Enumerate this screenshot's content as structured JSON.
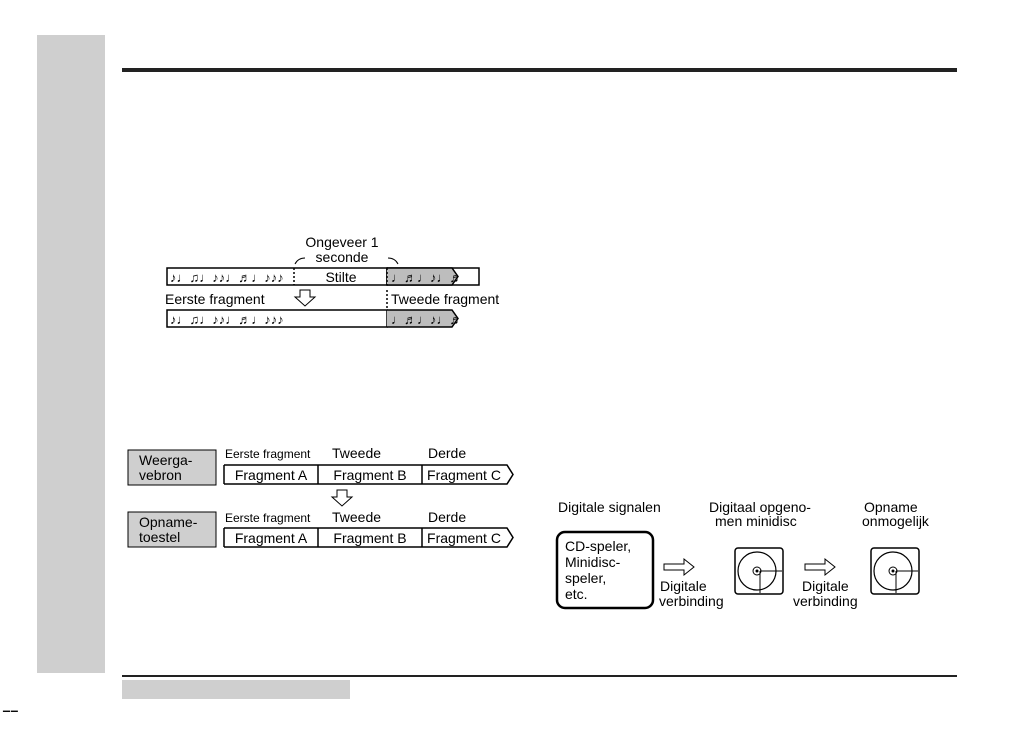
{
  "diagram1": {
    "label_duration_line1": "Ongeveer 1",
    "label_duration_line2": "seconde",
    "label_silence": "Stilte",
    "label_first": "Eerste fragment",
    "label_second": "Tweede fragment",
    "notes_first": "♪♩♫♩♪♪♩♬♩♪♪♪",
    "notes_second": "♩♬♩♪♩♬"
  },
  "diagram2": {
    "source_label_line1": "Weerga-",
    "source_label_line2": "vebron",
    "recorder_label_line1": "Opname-",
    "recorder_label_line2": "toestel",
    "col_first": "Eerste fragment",
    "col_second": "Tweede",
    "col_third": "Derde",
    "frag_a": "Fragment A",
    "frag_b": "Fragment B",
    "frag_c": "Fragment C"
  },
  "diagram3": {
    "title_signals": "Digitale signalen",
    "title_disc_line1": "Digitaal opgeno-",
    "title_disc_line2": "men minidisc",
    "title_impossible_line1": "Opname",
    "title_impossible_line2": "onmogelijk",
    "source_line1": "CD-speler,",
    "source_line2": "Minidisc-",
    "source_line3": "speler,",
    "source_line4": "etc.",
    "conn1_line1": "Digitale",
    "conn1_line2": "verbinding",
    "conn2_line1": "Digitale",
    "conn2_line2": "verbinding"
  }
}
